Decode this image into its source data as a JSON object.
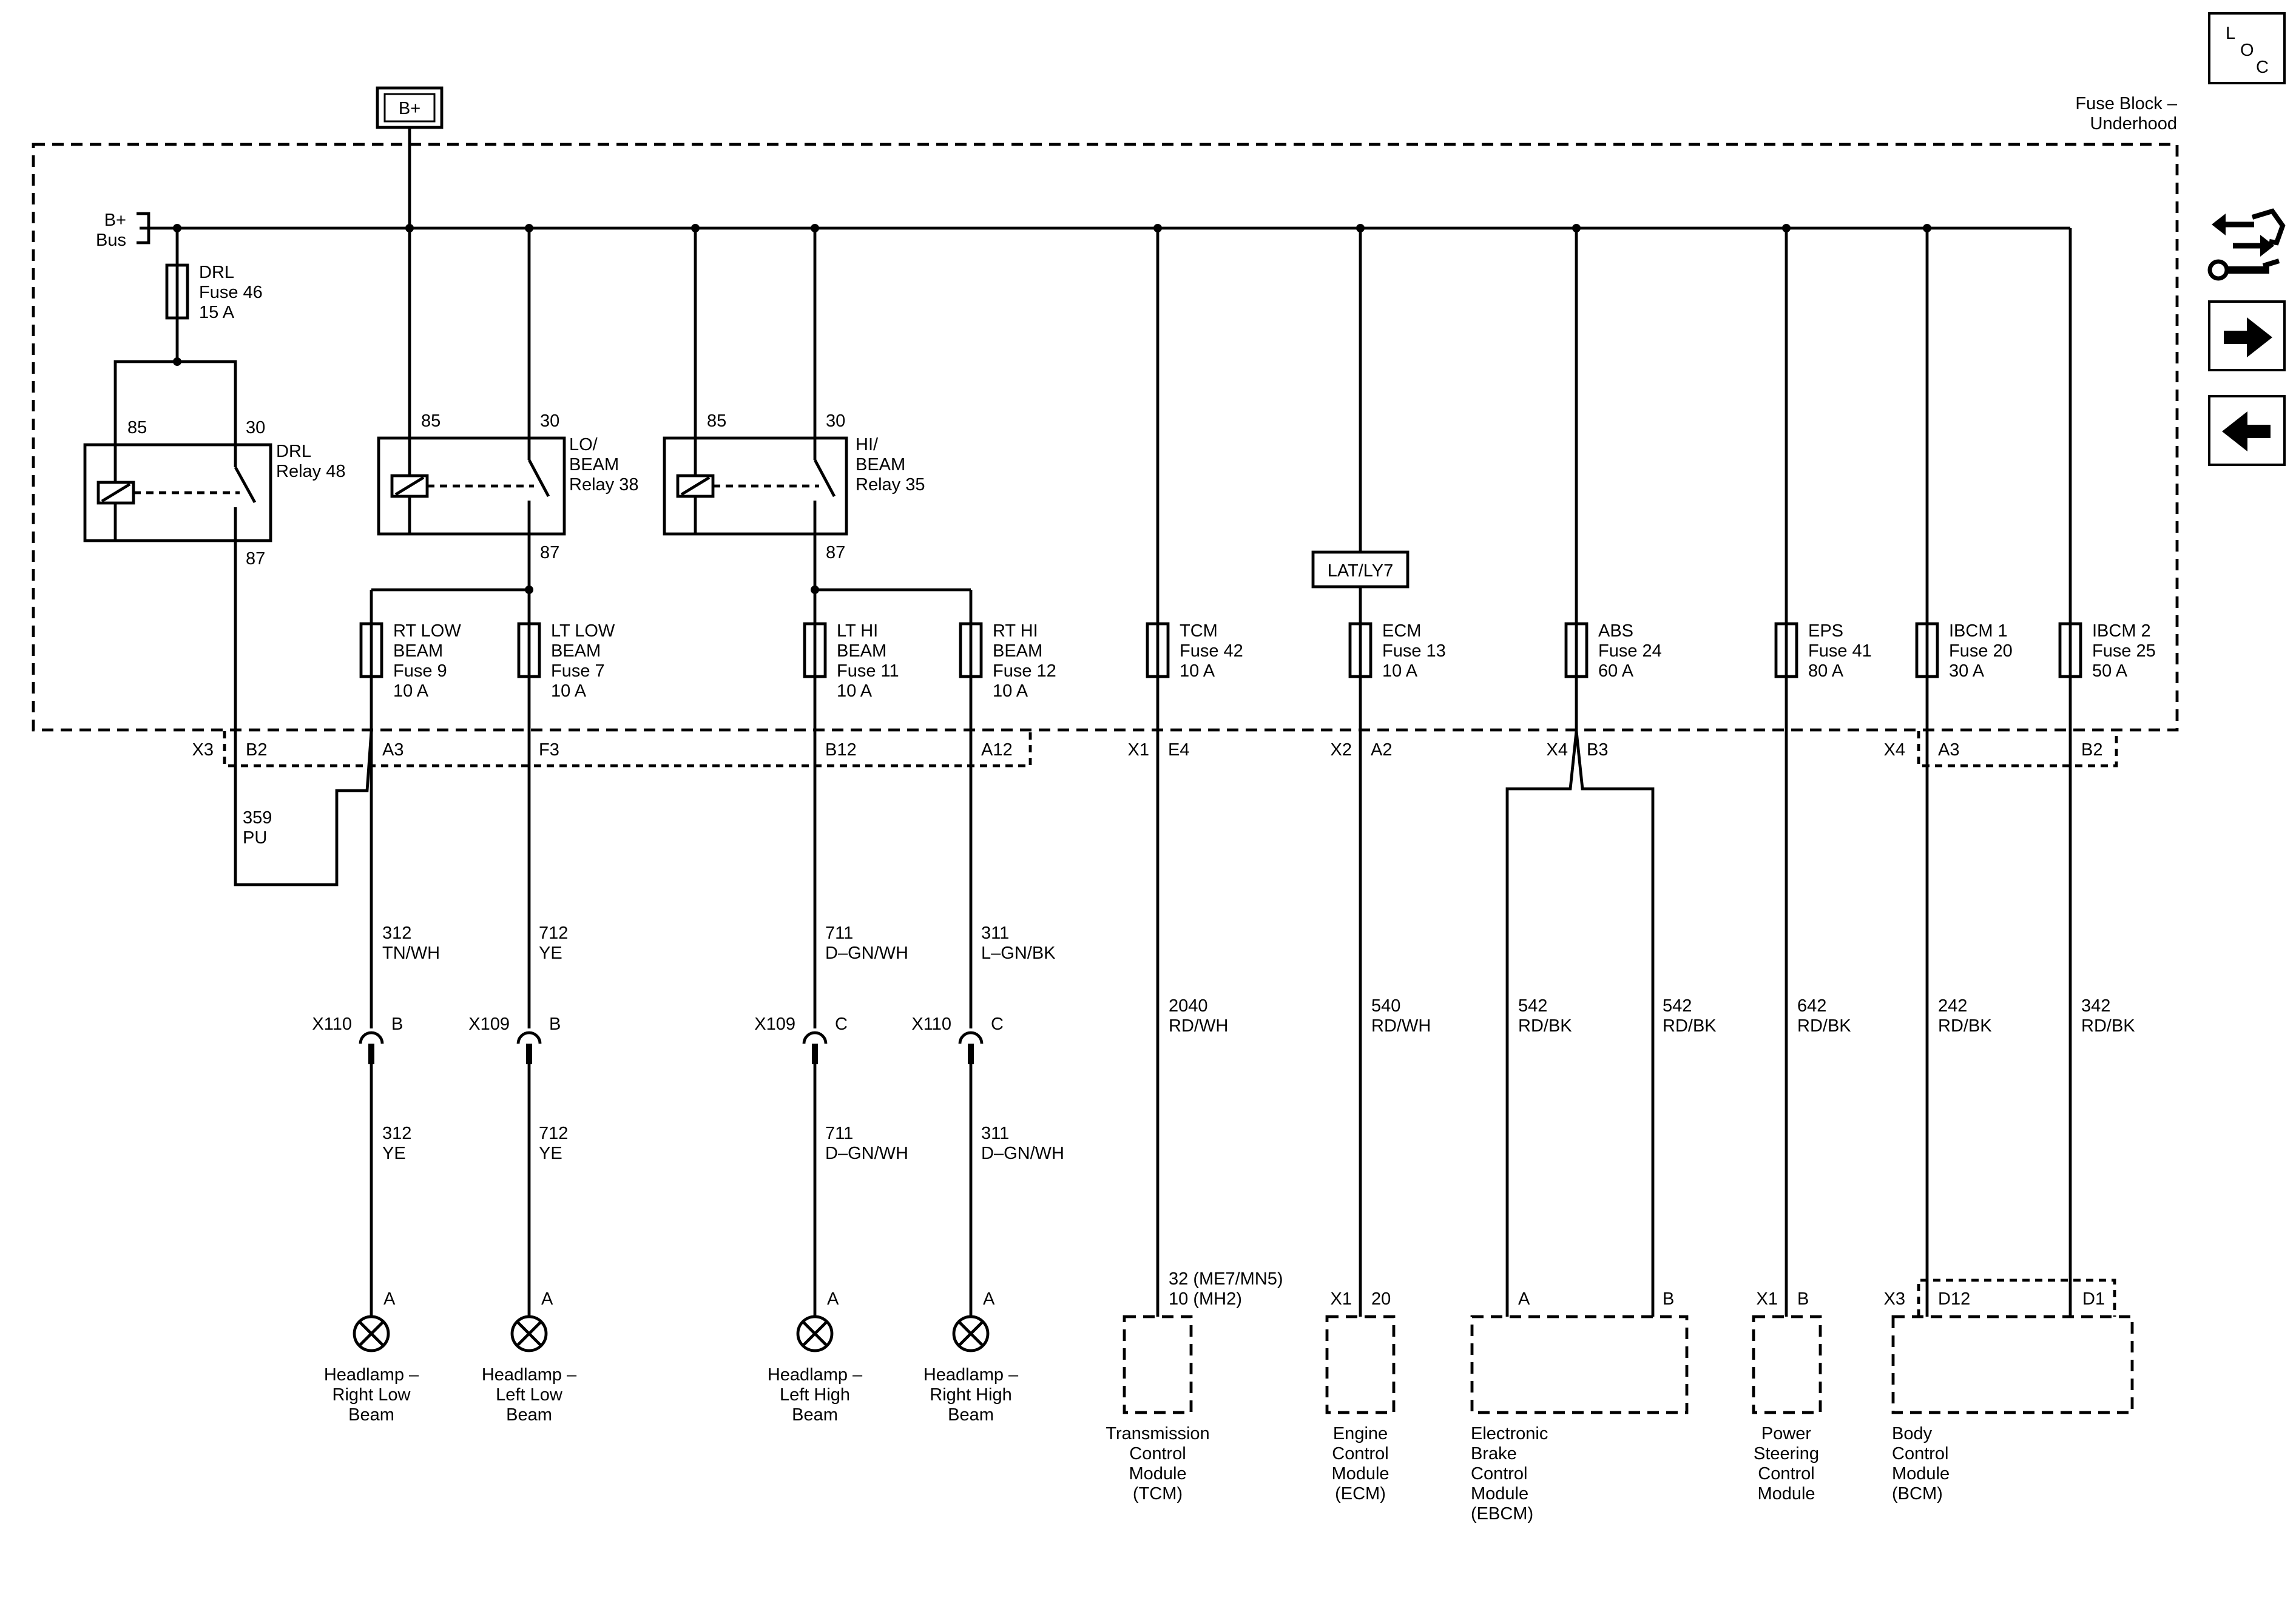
{
  "supply": {
    "label": "B+"
  },
  "fuse_block": {
    "title_line1": "Fuse Block –",
    "title_line2": "Underhood"
  },
  "bus": {
    "line1": "B+",
    "line2": "Bus"
  },
  "drl_fuse": {
    "line1": "DRL",
    "line2": "Fuse 46",
    "line3": "15 A"
  },
  "relays": [
    {
      "pin85": "85",
      "pin30": "30",
      "pin87": "87",
      "line1": "DRL",
      "line2": "Relay 48",
      "line3": ""
    },
    {
      "pin85": "85",
      "pin30": "30",
      "pin87": "87",
      "line1": "LO/",
      "line2": "BEAM",
      "line3": "Relay 38"
    },
    {
      "pin85": "85",
      "pin30": "30",
      "pin87": "87",
      "line1": "HI/",
      "line2": "BEAM",
      "line3": "Relay 35"
    }
  ],
  "fuses": [
    {
      "line1": "RT LOW",
      "line2": "BEAM",
      "line3": "Fuse 9",
      "line4": "10 A"
    },
    {
      "line1": "LT LOW",
      "line2": "BEAM",
      "line3": "Fuse 7",
      "line4": "10 A"
    },
    {
      "line1": "LT HI",
      "line2": "BEAM",
      "line3": "Fuse 11",
      "line4": "10 A"
    },
    {
      "line1": "RT HI",
      "line2": "BEAM",
      "line3": "Fuse 12",
      "line4": "10 A"
    },
    {
      "line1": "TCM",
      "line2": "Fuse 42",
      "line3": "10 A"
    },
    {
      "line1": "ECM",
      "line2": "Fuse 13",
      "line3": "10 A"
    },
    {
      "line1": "ABS",
      "line2": "Fuse 24",
      "line3": "60 A"
    },
    {
      "line1": "EPS",
      "line2": "Fuse 41",
      "line3": "80 A"
    },
    {
      "line1": "IBCM 1",
      "line2": "Fuse 20",
      "line3": "30 A"
    },
    {
      "line1": "IBCM 2",
      "line2": "Fuse 25",
      "line3": "50 A"
    }
  ],
  "option_box": {
    "label": "LAT/LY7"
  },
  "fuse_block_connectors": {
    "x3": "X3",
    "b2": "B2",
    "a3": "A3",
    "f3": "F3",
    "b12": "B12",
    "a12": "A12",
    "x1": "X1",
    "e4": "E4",
    "x2": "X2",
    "a2": "A2",
    "x4_abs": "X4",
    "b3": "B3",
    "x4_bcm": "X4",
    "a3_bcm": "A3",
    "b2_bcm": "B2"
  },
  "wires_upper": [
    {
      "circuit": "359",
      "color": "PU"
    },
    {
      "circuit": "312",
      "color": "TN/WH"
    },
    {
      "circuit": "712",
      "color": "YE"
    },
    {
      "circuit": "711",
      "color": "D–GN/WH"
    },
    {
      "circuit": "311",
      "color": "L–GN/BK"
    }
  ],
  "wires_lower": [
    {
      "circuit": "312",
      "color": "YE"
    },
    {
      "circuit": "712",
      "color": "YE"
    },
    {
      "circuit": "711",
      "color": "D–GN/WH"
    },
    {
      "circuit": "311",
      "color": "D–GN/WH"
    }
  ],
  "wires_modules": [
    {
      "circuit": "2040",
      "color": "RD/WH"
    },
    {
      "circuit": "540",
      "color": "RD/WH"
    },
    {
      "circuit": "542",
      "color": "RD/BK"
    },
    {
      "circuit": "542",
      "color": "RD/BK"
    },
    {
      "circuit": "642",
      "color": "RD/BK"
    },
    {
      "circuit": "242",
      "color": "RD/BK"
    },
    {
      "circuit": "342",
      "color": "RD/BK"
    }
  ],
  "inline_connectors": [
    {
      "name": "X110",
      "pin": "B"
    },
    {
      "name": "X109",
      "pin": "B"
    },
    {
      "name": "X109",
      "pin": "C"
    },
    {
      "name": "X110",
      "pin": "C"
    }
  ],
  "lamps": [
    {
      "pin": "A",
      "line1": "Headlamp –",
      "line2": "Right Low",
      "line3": "Beam"
    },
    {
      "pin": "A",
      "line1": "Headlamp –",
      "line2": "Left Low",
      "line3": "Beam"
    },
    {
      "pin": "A",
      "line1": "Headlamp –",
      "line2": "Left High",
      "line3": "Beam"
    },
    {
      "pin": "A",
      "line1": "Headlamp –",
      "line2": "Right High",
      "line3": "Beam"
    }
  ],
  "modules": {
    "tcm": {
      "pin_line1": "32 (ME7/MN5)",
      "pin_line2": "10 (MH2)",
      "name": [
        "Transmission",
        "Control",
        "Module",
        "(TCM)"
      ]
    },
    "ecm": {
      "conn": "X1",
      "pin": "20",
      "name": [
        "Engine",
        "Control",
        "Module",
        "(ECM)"
      ]
    },
    "ebcm": {
      "pin_a": "A",
      "pin_b": "B",
      "name": [
        "Electronic",
        "Brake",
        "Control",
        "Module",
        "(EBCM)"
      ]
    },
    "pscm": {
      "conn": "X1",
      "pin": "B",
      "name": [
        "Power",
        "Steering",
        "Control",
        "Module"
      ]
    },
    "bcm": {
      "conn": "X3",
      "pin1": "D12",
      "pin2": "D1",
      "name": [
        "Body",
        "Control",
        "Module",
        "(BCM)"
      ]
    }
  },
  "nav": {
    "loc_l": "L",
    "loc_o": "O",
    "loc_c": "C",
    "icons": [
      "connector-tool-icon",
      "arrow-right-icon",
      "arrow-left-icon"
    ]
  }
}
